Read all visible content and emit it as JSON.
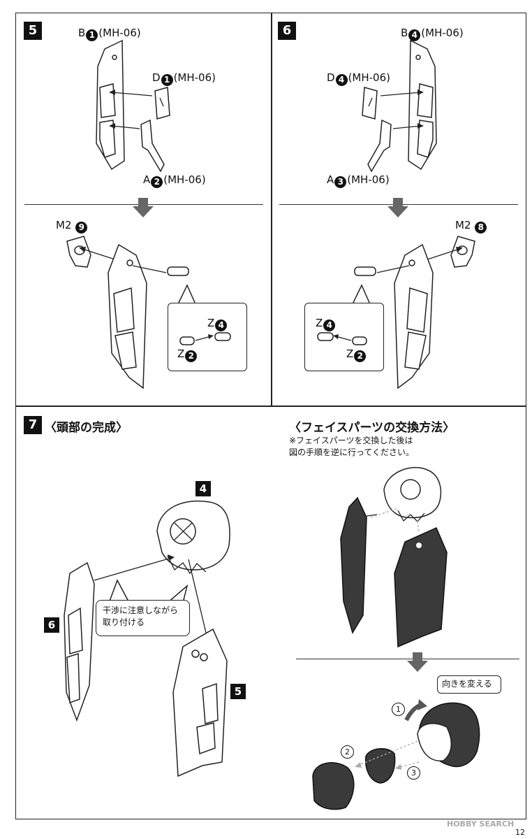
{
  "step5": {
    "number": "5",
    "label_b": "B",
    "label_b_num": "1",
    "label_b_code": "(MH-06)",
    "label_d": "D",
    "label_d_num": "1",
    "label_d_code": "(MH-06)",
    "label_a": "A",
    "label_a_num": "2",
    "label_a_code": "(MH-06)",
    "label_m2": "M2",
    "label_m2_num": "9",
    "z_top": "Z",
    "z_top_num": "4",
    "z_bottom": "Z",
    "z_bottom_num": "2"
  },
  "step6": {
    "number": "6",
    "label_b": "B",
    "label_b_num": "4",
    "label_b_code": "(MH-06)",
    "label_d": "D",
    "label_d_num": "4",
    "label_d_code": "(MH-06)",
    "label_a": "A",
    "label_a_num": "3",
    "label_a_code": "(MH-06)",
    "label_m2": "M2",
    "label_m2_num": "8",
    "z_top": "Z",
    "z_top_num": "4",
    "z_bottom": "Z",
    "z_bottom_num": "2"
  },
  "step7": {
    "number": "7",
    "title": "〈頭部の完成〉",
    "part_4": "4",
    "part_6": "6",
    "part_5": "5",
    "note_line1": "干渉に注意しながら",
    "note_line2": "取り付ける"
  },
  "face_swap": {
    "title": "〈フェイスパーツの交換方法〉",
    "note_line1": "※フェイスパーツを交換した後は",
    "note_line2": "図の手順を逆に行ってください。",
    "turn_label": "向きを変える",
    "step1": "1",
    "step2": "2",
    "step3": "3"
  },
  "footer": {
    "watermark": "HOBBY SEARCH",
    "page_number": "12"
  }
}
